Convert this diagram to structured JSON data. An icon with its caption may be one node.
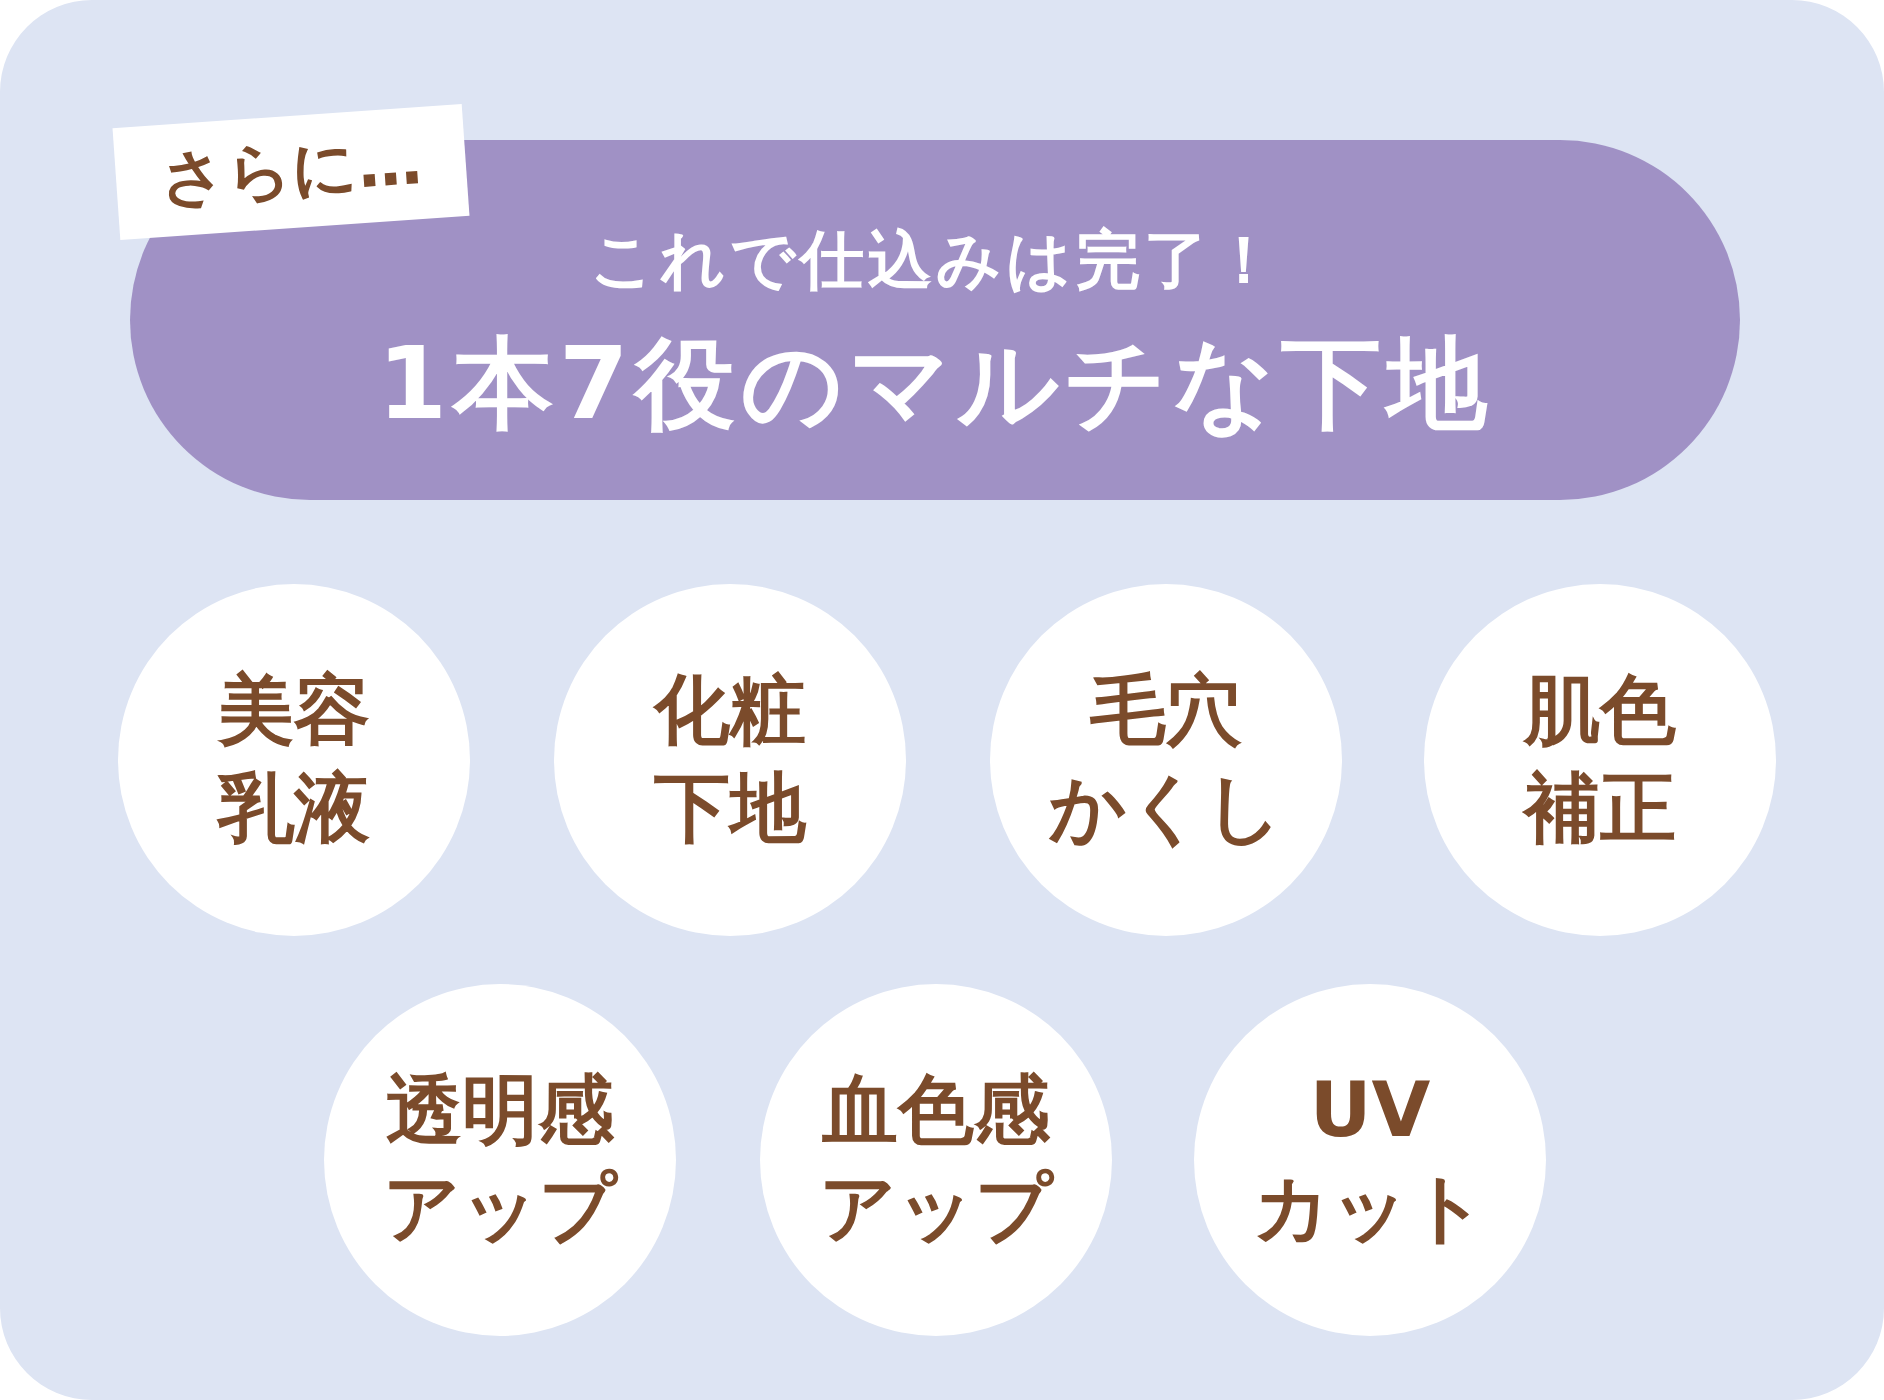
{
  "diagram": {
    "nodes": [
      {
        "text": [
          "さらに…"
        ]
      },
      {
        "text": [
          "これで仕込みは完了！",
          "1本7役のマルチな下地"
        ]
      },
      {
        "text": [
          "美容乳液"
        ]
      },
      {
        "text": [
          "化粧下地"
        ]
      },
      {
        "text": [
          "毛穴かくし"
        ]
      },
      {
        "text": [
          "肌色補正"
        ]
      },
      {
        "text": [
          "透明感アップ"
        ]
      },
      {
        "text": [
          "血色感アップ"
        ]
      },
      {
        "text": [
          "UVカット"
        ]
      }
    ]
  }
}
